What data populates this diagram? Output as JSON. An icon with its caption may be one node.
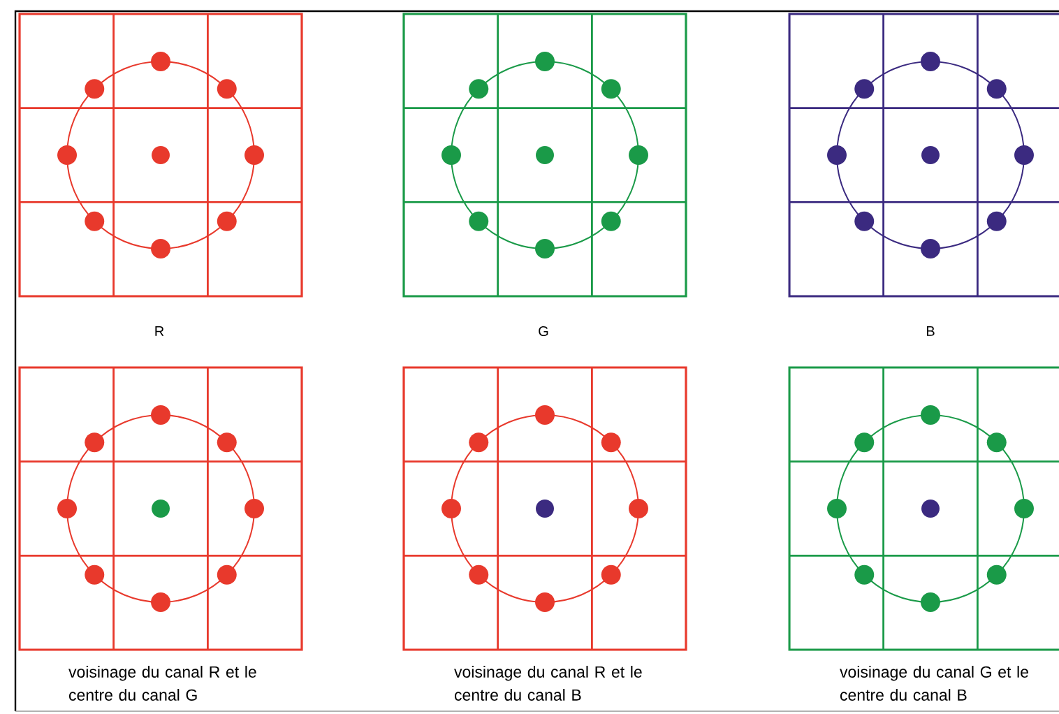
{
  "diagram": {
    "labels": [
      "R",
      "G",
      "B",
      "voisinage du canal R et le centre du canal G",
      "voisinage du canal R et le centre du canal B",
      "voisinage du canal G et le centre du canal B"
    ]
  }
}
